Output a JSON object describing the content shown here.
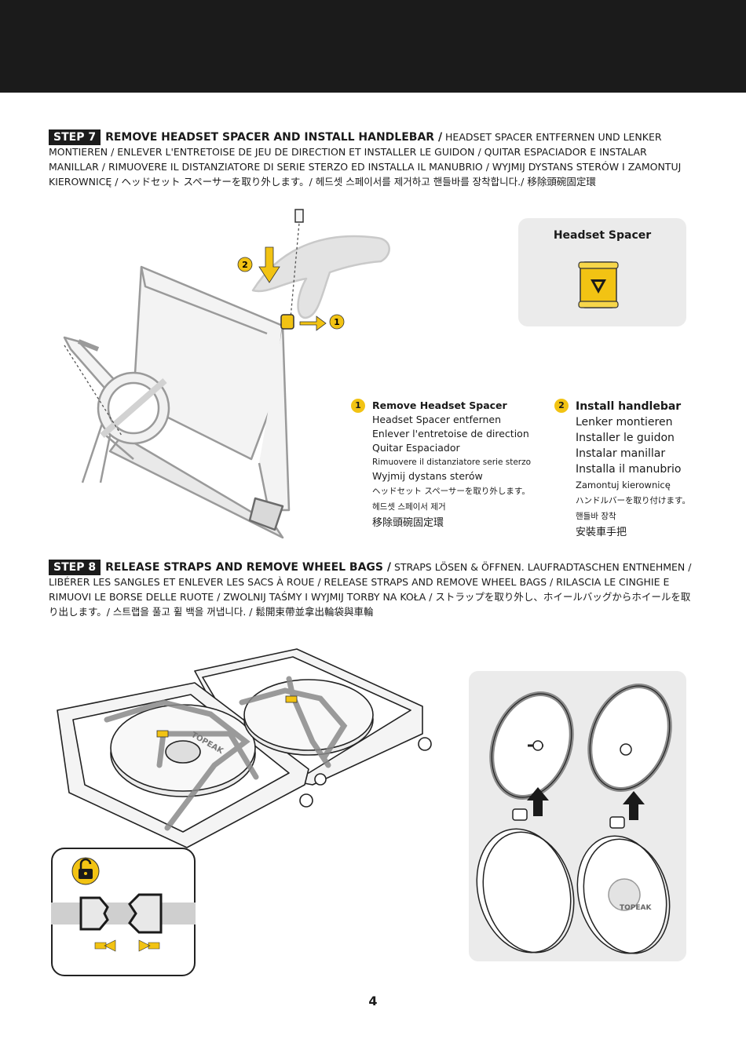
{
  "step7": {
    "badge": "STEP 7",
    "title": "REMOVE HEADSET SPACER AND INSTALL HANDLEBAR /",
    "rest": " HEADSET SPACER ENTFERNEN UND LENKER MONTIEREN / ENLEVER L'ENTRETOISE DE JEU DE DIRECTION ET INSTALLER LE GUIDON / QUITAR ESPACIADOR E INSTALAR MANILLAR  / RIMUOVERE IL DISTANZIATORE DI SERIE STERZO ED INSTALLA IL MANUBRIO / WYJMIJ DYSTANS STERÓW I ZAMONTUJ KIEROWNICĘ / ヘッドセット スペーサーを取り外します。/ 헤드셋 스페이서를 제거하고 핸들바를 장착합니다./ 移除頭碗固定環"
  },
  "spacer_box": {
    "title": "Headset Spacer"
  },
  "legend1": {
    "num": "1",
    "lines": [
      "Remove Headset Spacer",
      "Headset Spacer entfernen",
      "Enlever l'entretoise de direction",
      "Quitar Espaciador",
      "Rimuovere il distanziatore serie sterzo",
      "Wyjmij dystans sterów",
      "ヘッドセット スペーサーを取り外します。",
      "헤드셋 스페이서 제거",
      "移除頭碗固定環"
    ]
  },
  "legend2": {
    "num": "2",
    "lines": [
      "Install handlebar",
      "Lenker montieren",
      "Installer le guidon",
      "Instalar manillar",
      "Installa il manubrio",
      "Zamontuj kierownicę",
      "ハンドルバーを取り付けます。",
      "핸들바 장착",
      "安裝車手把"
    ]
  },
  "diagram_markers": {
    "one": "1",
    "two": "2"
  },
  "step8": {
    "badge": "STEP 8",
    "title": "RELEASE STRAPS AND REMOVE WHEEL BAGS /",
    "rest": " STRAPS LÖSEN & ÖFFNEN. LAUFRADTASCHEN ENTNEHMEN / LIBÉRER LES SANGLES ET ENLEVER LES SACS À ROUE / RELEASE STRAPS AND REMOVE WHEEL BAGS / RILASCIA LE CINGHIE E RIMUOVI LE BORSE DELLE RUOTE / ZWOLNIJ TAŚMY I WYJMIJ TORBY NA KOŁA / ストラップを取り外し、ホイールバッグからホイールを取り出します。/ 스트랩을 풀고 휠 백을 꺼냅니다. / 鬆開束帶並拿出輪袋與車輪"
  },
  "brand_logo": "TOPEAK",
  "page_number": "4",
  "colors": {
    "accent": "#f2c313",
    "dark": "#1b1b1b",
    "panel": "#ebebeb",
    "line": "#3a3a3a"
  }
}
